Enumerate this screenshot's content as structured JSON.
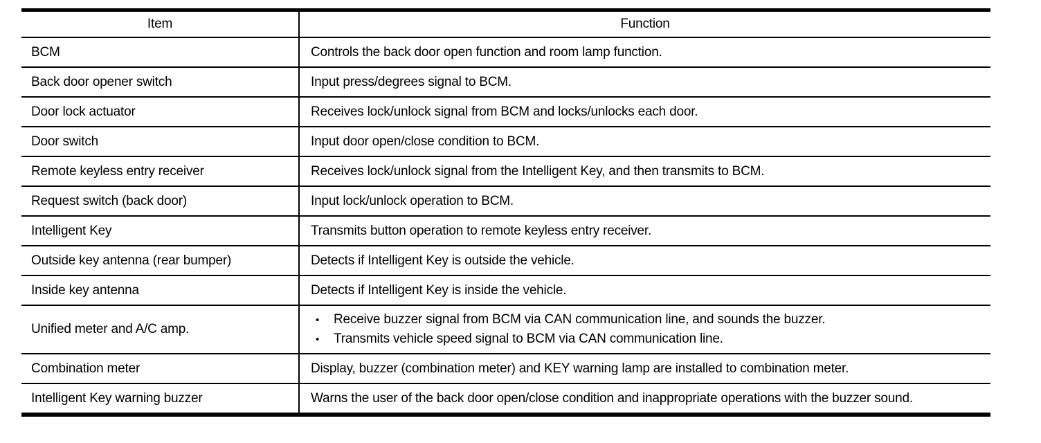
{
  "table": {
    "bullet_char": "•",
    "headers": {
      "item": "Item",
      "function": "Function"
    },
    "rows": [
      {
        "item": "BCM",
        "function": "Controls the back door open function and room lamp function."
      },
      {
        "item": "Back door opener switch",
        "function": "Input press/degrees signal to BCM."
      },
      {
        "item": "Door lock actuator",
        "function": "Receives lock/unlock signal from BCM and locks/unlocks each door."
      },
      {
        "item": "Door switch",
        "function": "Input door open/close condition to BCM."
      },
      {
        "item": "Remote keyless entry receiver",
        "function": "Receives lock/unlock signal from the Intelligent Key, and then transmits to BCM."
      },
      {
        "item": "Request switch (back door)",
        "function": "Input lock/unlock operation to BCM."
      },
      {
        "item": "Intelligent Key",
        "function": "Transmits button operation to remote keyless entry receiver."
      },
      {
        "item": "Outside key antenna (rear bumper)",
        "function": "Detects if Intelligent Key is outside the vehicle."
      },
      {
        "item": "Inside key antenna",
        "function": "Detects if Intelligent Key is inside the vehicle."
      },
      {
        "item": "Unified meter and A/C amp.",
        "function_bullets": [
          "Receive buzzer signal from BCM via CAN communication line, and sounds the buzzer.",
          "Transmits vehicle speed signal to BCM via CAN communication line."
        ]
      },
      {
        "item": "Combination meter",
        "function": "Display, buzzer (combination meter) and KEY warning lamp are installed to combination meter."
      },
      {
        "item": "Intelligent Key warning buzzer",
        "function": "Warns the user of the back door open/close condition and inappropriate operations with the buzzer sound."
      }
    ]
  }
}
